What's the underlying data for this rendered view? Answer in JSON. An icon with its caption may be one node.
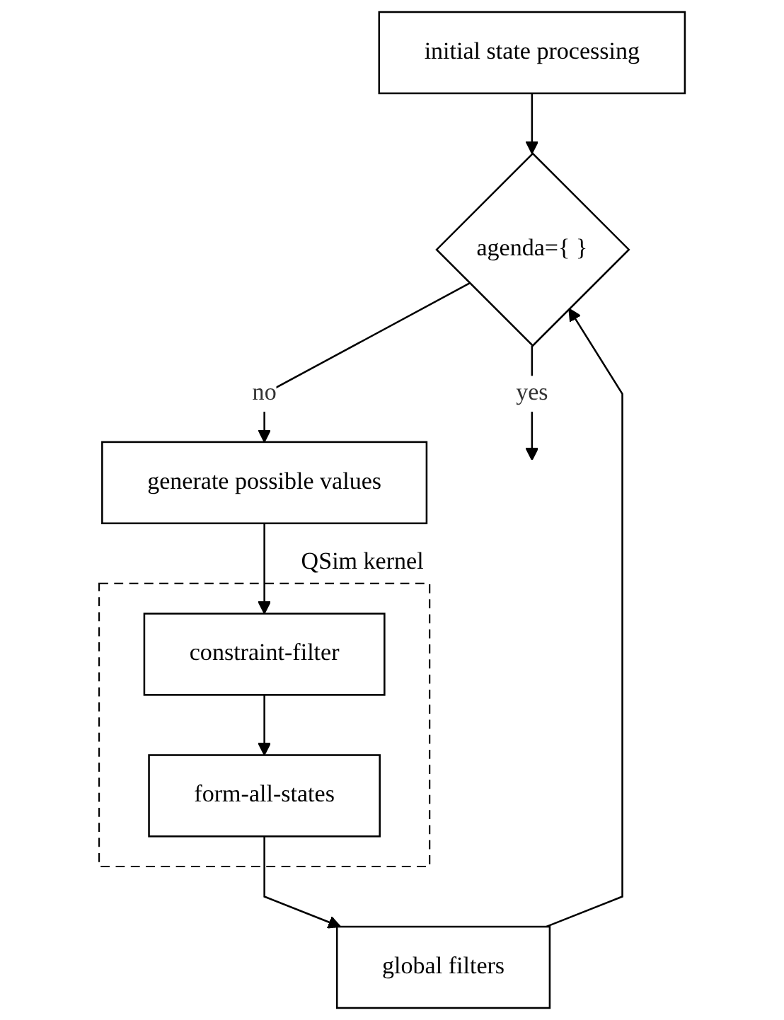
{
  "diagram": {
    "nodes": [
      {
        "text": [
          "initial state processing"
        ]
      },
      {
        "text": [
          "agenda={ }"
        ]
      },
      {
        "text": [
          "generate possible values"
        ]
      },
      {
        "text": [
          "QSim kernel"
        ]
      },
      {
        "text": [
          "constraint-filter"
        ],
        "in": 3
      },
      {
        "text": [
          "form-all-states"
        ],
        "in": 3
      },
      {
        "text": [
          "global filters"
        ]
      }
    ],
    "edges": [
      {
        "from": 0,
        "to": 1,
        "arrow": "to"
      },
      {
        "from": 1,
        "to": null,
        "label": "yes",
        "arrow": "to"
      },
      {
        "from": 1,
        "to": 2,
        "label": "no",
        "arrow": "to"
      },
      {
        "from": 2,
        "to": 4,
        "arrow": "to"
      },
      {
        "from": 4,
        "to": 5,
        "arrow": "to"
      },
      {
        "from": 5,
        "to": 6,
        "arrow": "to"
      },
      {
        "from": 6,
        "to": 1,
        "arrow": "to"
      }
    ]
  }
}
